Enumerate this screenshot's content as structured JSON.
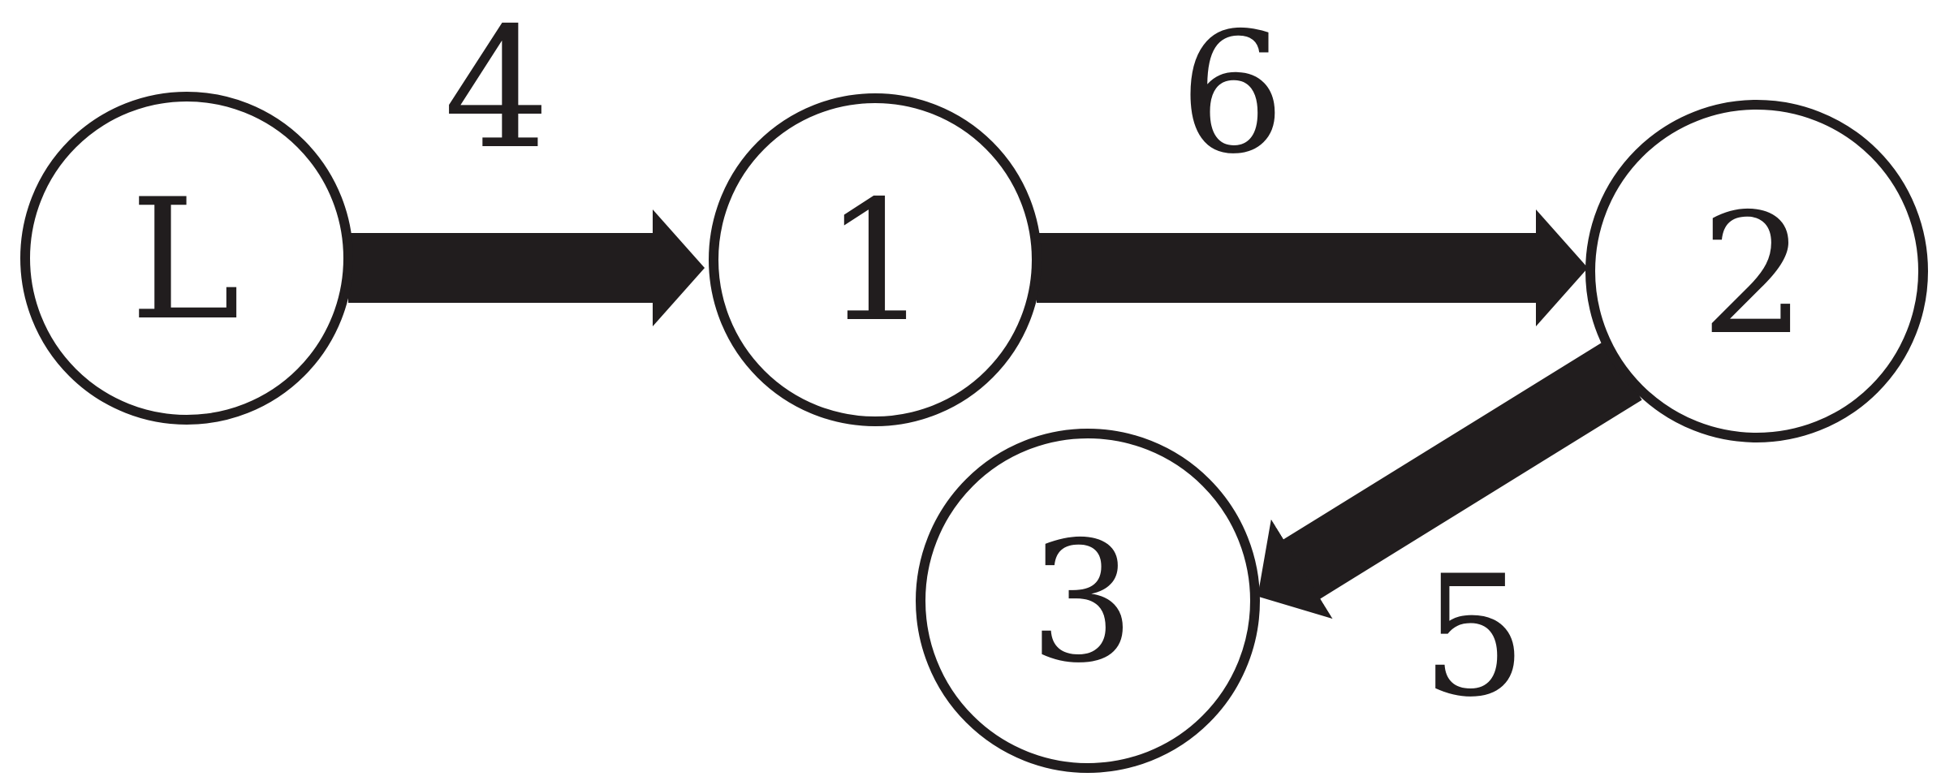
{
  "title": "Weighted directed graph diagram",
  "colors": {
    "ink": "#211d1e",
    "node_fill": "#ffffff",
    "background": "#ffffff"
  },
  "graph": {
    "nodes": [
      {
        "id": "L",
        "label": "L"
      },
      {
        "id": "1",
        "label": "1"
      },
      {
        "id": "2",
        "label": "2"
      },
      {
        "id": "3",
        "label": "3"
      }
    ],
    "edges": [
      {
        "from": "L",
        "to": "1",
        "weight": "4"
      },
      {
        "from": "1",
        "to": "2",
        "weight": "6"
      },
      {
        "from": "2",
        "to": "3",
        "weight": "5"
      }
    ]
  }
}
